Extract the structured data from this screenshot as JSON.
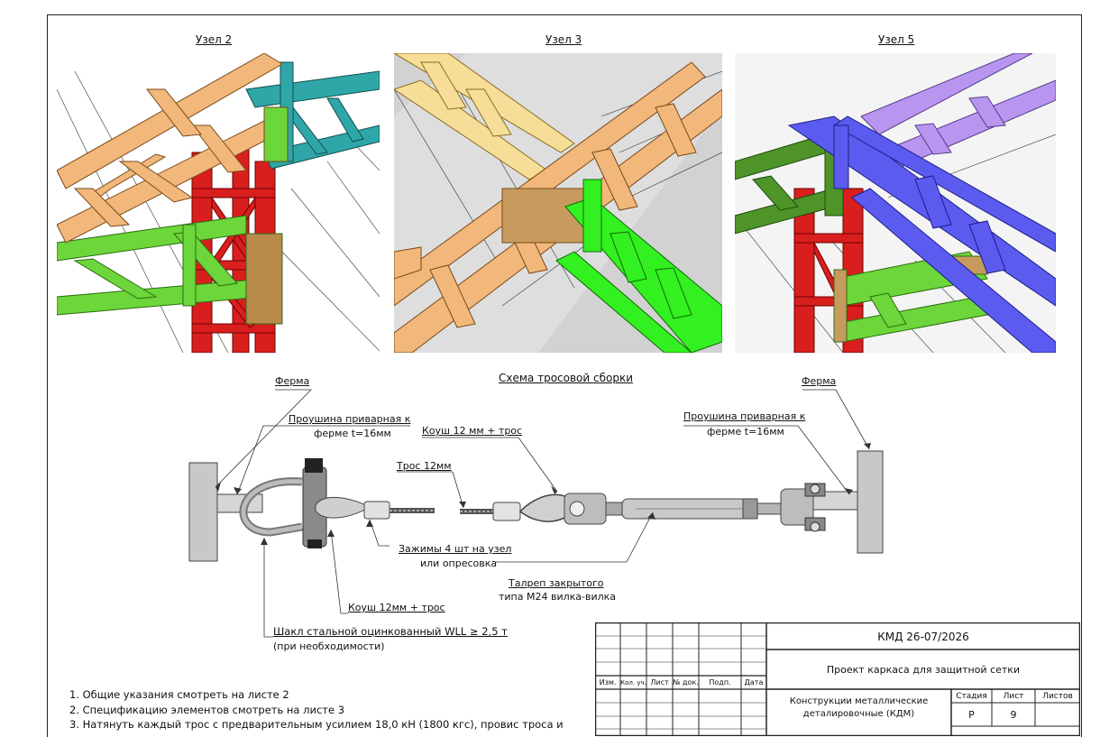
{
  "views": {
    "v1": "Узел 2",
    "v2": "Узел 3",
    "v3": "Узел 5"
  },
  "scheme": {
    "title": "Схема тросовой сборки",
    "ferma_left": "Ферма",
    "ferma_right": "Ферма",
    "lug_left_1": "Проушина приварная к",
    "lug_left_2": "ферме t=16мм",
    "lug_right_1": "Проушина приварная к",
    "lug_right_2": "ферме t=16мм",
    "thimble_top": "Коуш 12 мм + трос",
    "cable": "Трос 12мм",
    "clamps_1": "Зажимы 4 шт на узел",
    "clamps_2": "или опресовка",
    "turnbuckle_1": "Талреп закрытого",
    "turnbuckle_2": "типа М24 вилка-вилка",
    "thimble_bottom": "Коуш 12мм + трос",
    "shackle_1": "Шакл стальной оцинкованный WLL ≥ 2,5 т",
    "shackle_2": "(при необходимости)"
  },
  "notes": [
    "1. Общие указания смотреть на листе 2",
    "2. Спецификацию элементов смотреть на листе 3",
    "3. Натянуть каждый трос с предварительным усилием 18,0 кН (1800 кгс), провис троса и"
  ],
  "title_block": {
    "code": "КМД 26-07/2026",
    "project": "Проект каркаса для защитной сетки",
    "section_1": "Конструкции металлические",
    "section_2": "деталировочные (КДМ)",
    "headers": [
      "Изм.",
      "Кол. уч.",
      "Лист",
      "№ док.",
      "Подп.",
      "Дата"
    ],
    "stage_label": "Стадия",
    "sheet_label": "Лист",
    "sheets_label": "Листов",
    "stage": "Р",
    "sheet": "9",
    "sheets": ""
  },
  "colors": {
    "orange": "#f2b77a",
    "green": "#6cd63a",
    "bright_green": "#33f020",
    "red": "#d91e1e",
    "teal": "#2fa7a8",
    "yellow": "#f6dd98",
    "blue": "#5b5bf0",
    "purple": "#b896f0",
    "dark_green": "#4f9428",
    "gray_plate": "#c8c8c8"
  }
}
